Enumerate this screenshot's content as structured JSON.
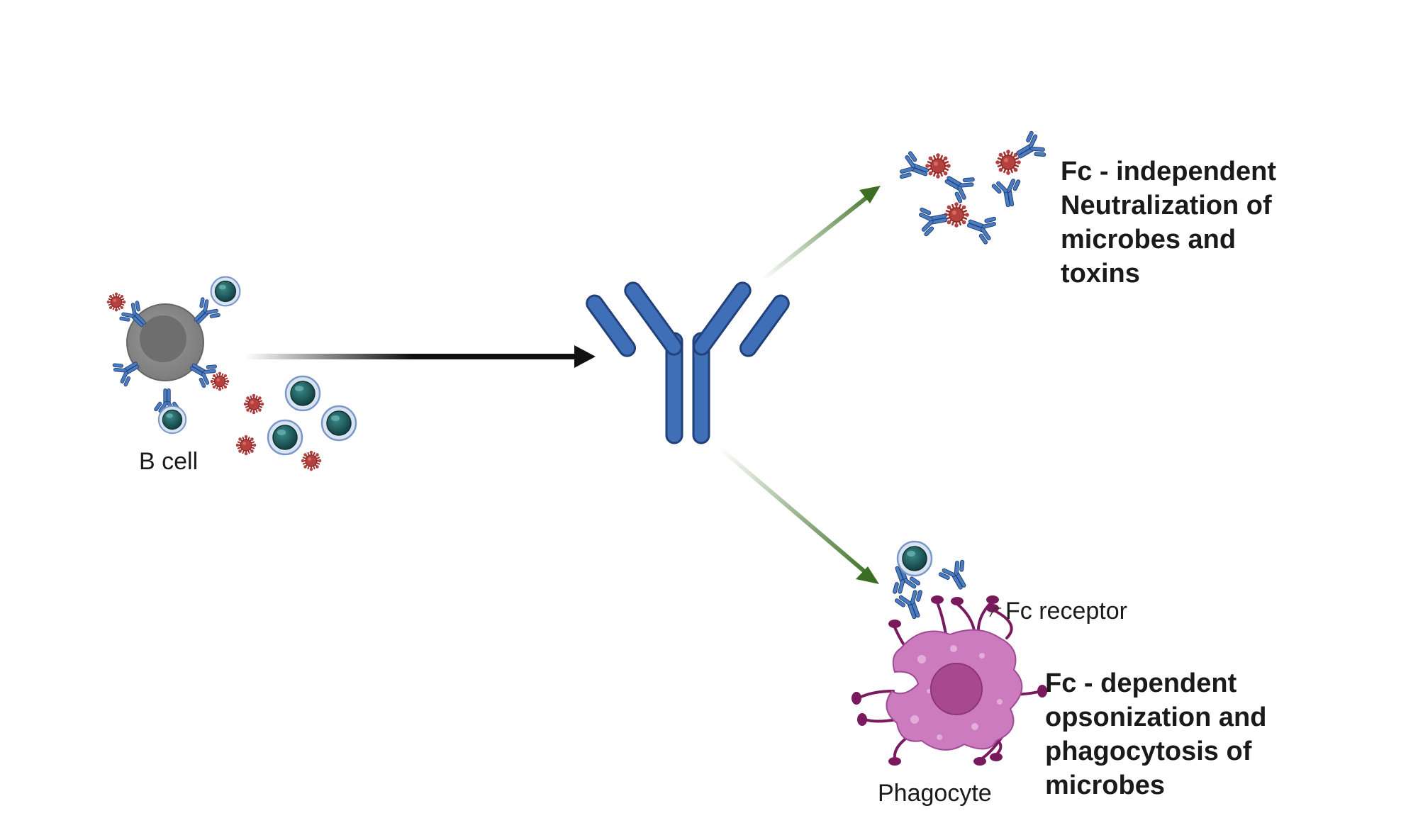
{
  "labels": {
    "b_cell": "B cell",
    "phagocyte": "Phagocyte",
    "fc_receptor": "Fc receptor"
  },
  "outcomes": {
    "independent": {
      "lines": [
        "Fc - independent",
        "Neutralization of",
        "microbes and",
        "toxins"
      ]
    },
    "dependent": {
      "lines": [
        "Fc - dependent",
        "opsonization and",
        "phagocytosis of",
        "microbes"
      ]
    }
  },
  "colors": {
    "antibody": "#3f6fb6",
    "antibody_outline": "#22407a",
    "b_cell": "#8a8a8a",
    "virus": "#b5403e",
    "bacterium": "#1f5a5c",
    "phagocyte": "#cc7bbf",
    "receptor": "#7a1a5e",
    "arrow_main": "#111111",
    "arrow_branch": "#3b6e22"
  }
}
